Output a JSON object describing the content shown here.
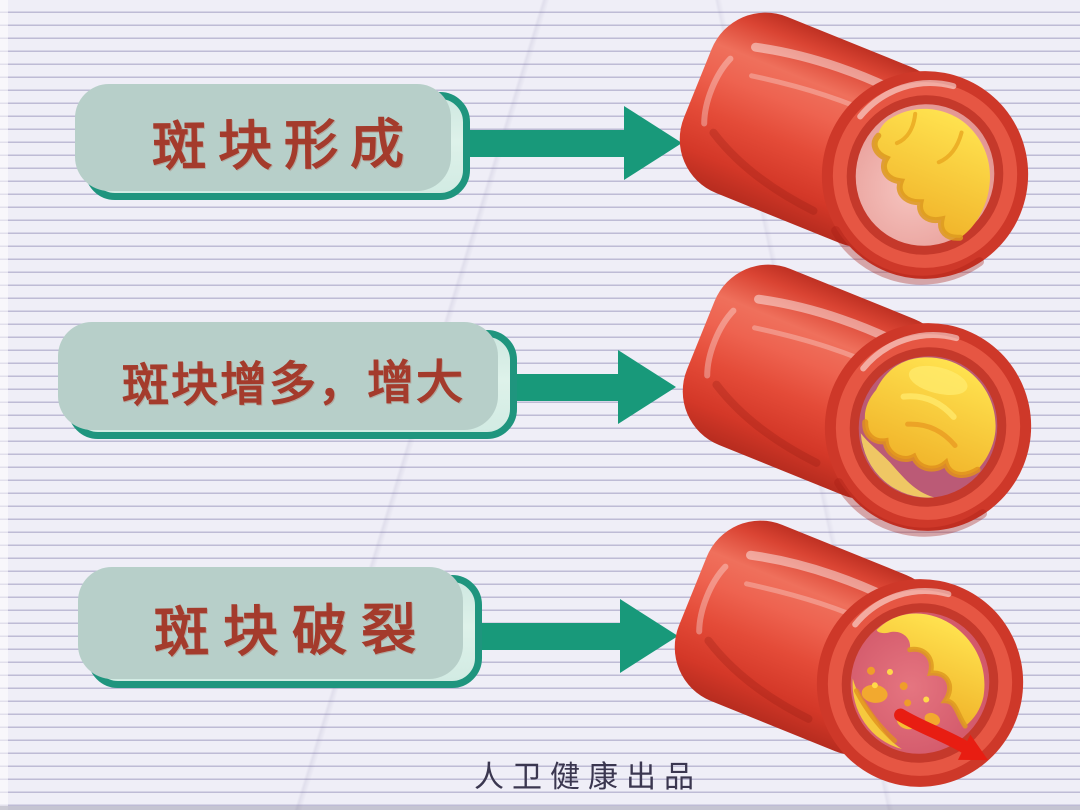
{
  "steps": [
    {
      "label": "斑块形成"
    },
    {
      "label": "斑块增多，增大"
    },
    {
      "label": "斑块破裂"
    }
  ],
  "caption": {
    "text": "人卫健康出品"
  },
  "palette": {
    "teal_accent": "#1f957e",
    "box_fill": "#d9efe8",
    "box_shadow": "#b7cfc9",
    "label_text": "#a43b2c",
    "arrow_teal": "#18997a",
    "vessel_red": "#e54a33",
    "vessel_dark_red": "#c43122",
    "lumen_pink": "#e99a94",
    "lumen_rupture_red": "#d5606c",
    "plaque_yellow": "#ffd94a",
    "plaque_orange": "#e8951f",
    "rupture_arrow_red": "#e81d12",
    "paper_background": "#efeef7",
    "paper_line": "#c6c3da",
    "caption_text": "#3b3750"
  },
  "background": {
    "style": "ruled-notebook-paper"
  }
}
